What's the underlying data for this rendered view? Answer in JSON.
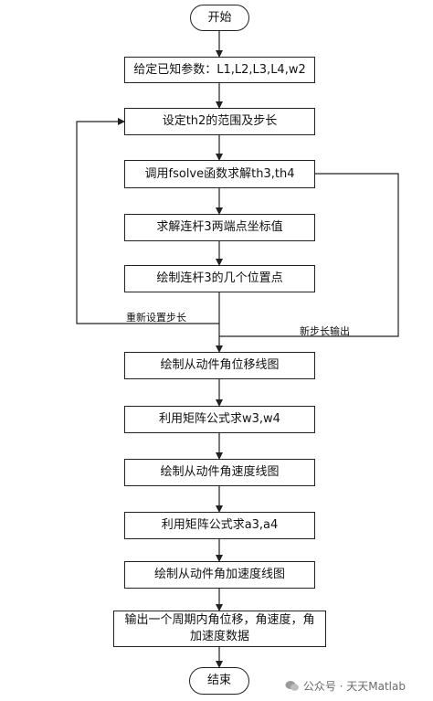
{
  "nodes": {
    "start": "开始",
    "given_params": "给定已知参数：L1,L2,L3,L4,w2",
    "set_th2": "设定th2的范围及步长",
    "call_fsolve": "调用fsolve函数求解th3,th4",
    "solve_link3": "求解连杆3两端点坐标值",
    "draw_link3": "绘制连杆3的几个位置点",
    "draw_displacement": "绘制从动件角位移线图",
    "matrix_w": "利用矩阵公式求w3,w4",
    "draw_velocity": "绘制从动件角速度线图",
    "matrix_a": "利用矩阵公式求a3,a4",
    "draw_acceleration": "绘制从动件角加速度线图",
    "output": "输出一个周期内角位移，角速度，角加速度数据",
    "end": "结束"
  },
  "edge_labels": {
    "reset_step": "重新设置步长",
    "new_step_output": "新步长输出"
  },
  "watermark": {
    "icon": "wechat-icon",
    "text": "公众号 · 天天Matlab"
  }
}
